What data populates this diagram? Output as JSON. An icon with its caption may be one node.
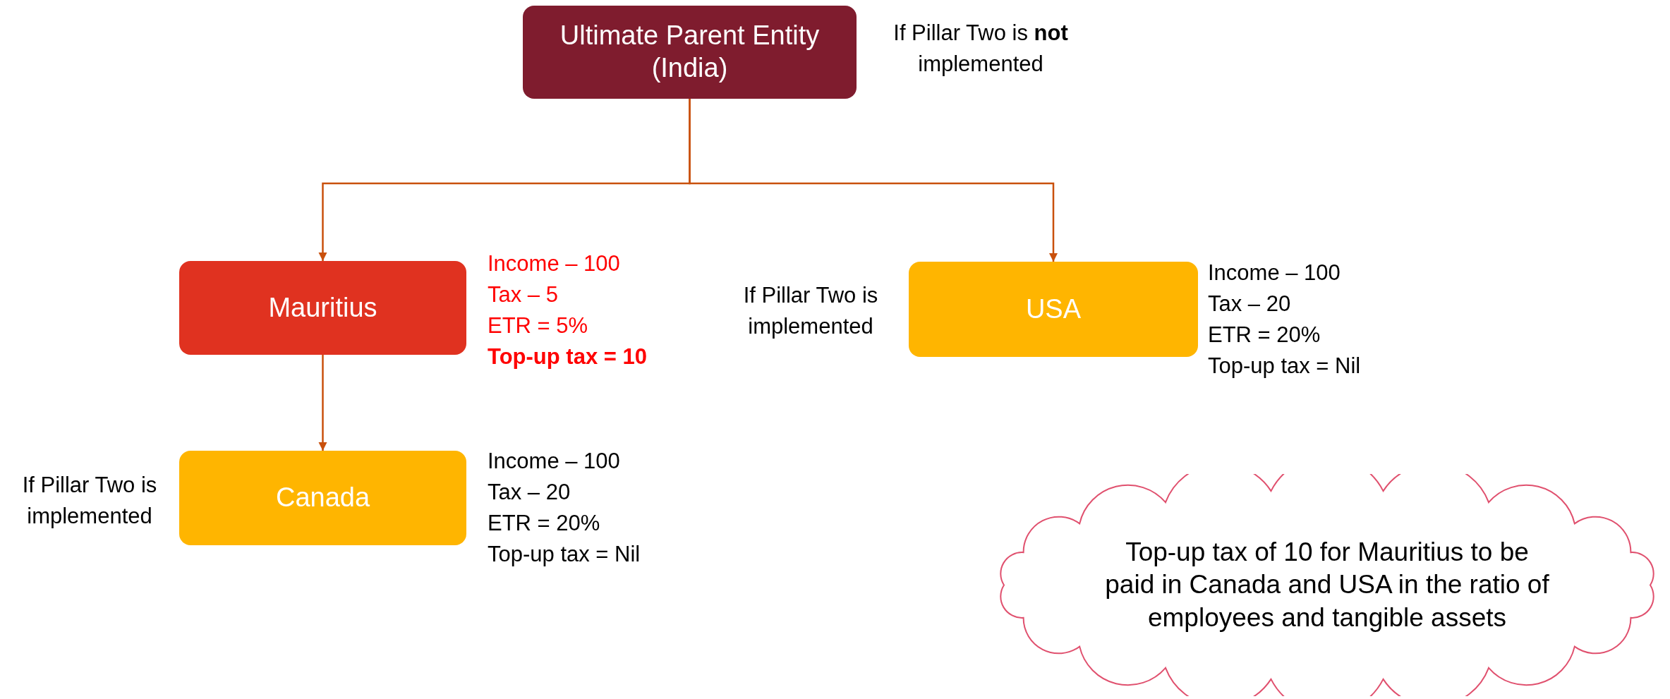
{
  "diagram": {
    "nodes": [
      {
        "text": [
          "Ultimate Parent Entity (India)"
        ],
        "beside": [
          "If Pillar Two is **not** implemented"
        ]
      },
      {
        "text": [
          "Mauritius"
        ],
        "beside": [
          "Income – 100",
          "Tax – 5",
          "ETR = 5%",
          "Top-up tax = 10"
        ]
      },
      {
        "text": [
          "USA"
        ],
        "beside": [
          "If Pillar Two is implemented",
          "Income – 100",
          "Tax – 20",
          "ETR = 20%",
          "Top-up tax = Nil"
        ]
      },
      {
        "text": [
          "Canada"
        ],
        "beside": [
          "If Pillar Two is implemented",
          "Income – 100",
          "Tax – 20",
          "ETR = 20%",
          "Top-up tax = Nil"
        ]
      },
      {
        "text": [
          "Top-up tax of 10 for Mauritius to be paid in Canada and USA in the ratio of employees and tangible assets"
        ]
      }
    ],
    "edges": [
      {
        "from": 0,
        "to": 1,
        "arrow": "to"
      },
      {
        "from": 0,
        "to": 2,
        "arrow": "to"
      },
      {
        "from": 1,
        "to": 3,
        "arrow": "to"
      }
    ]
  }
}
